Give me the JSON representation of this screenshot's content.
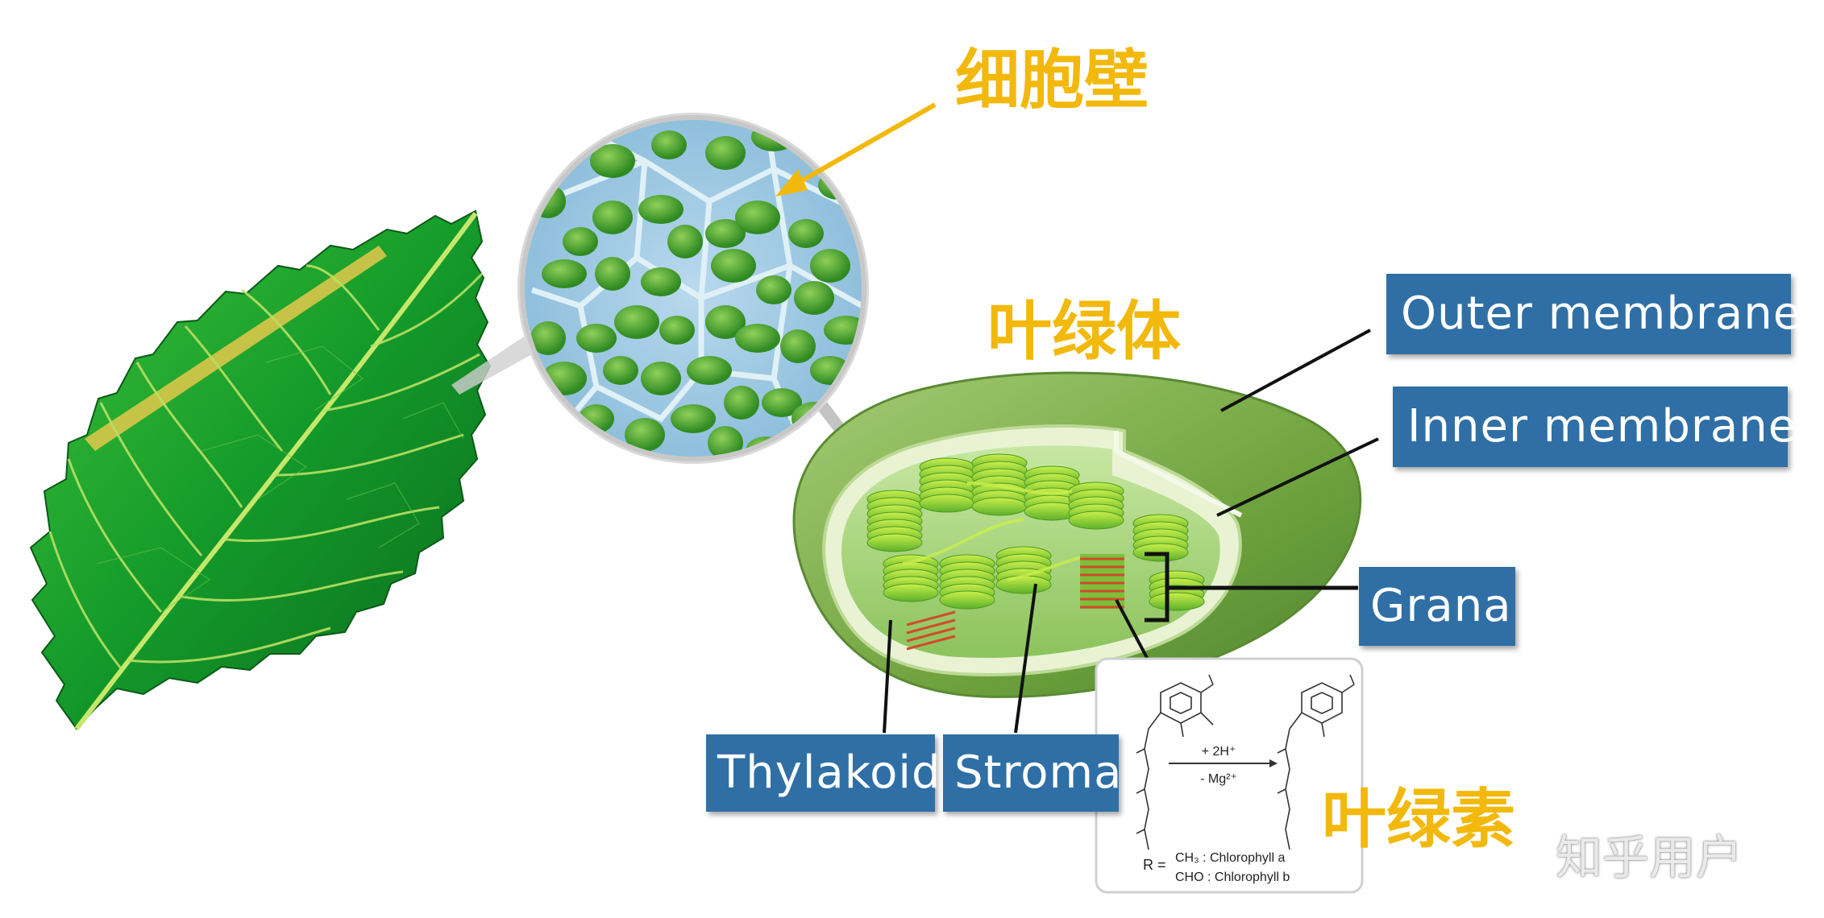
{
  "labels": {
    "cell_wall": "细胞壁",
    "chloroplast": "叶绿体",
    "chlorophyll": "叶绿素",
    "outer_membrane": "Outer  membrane",
    "inner_membrane": "Inner  membrane",
    "grana": "Grana",
    "thylakoid": "Thylakoid",
    "stroma": "Stroma"
  },
  "reaction": {
    "top": "+ 2H⁺",
    "bottom": "- Mg²⁺",
    "r_prefix": "R =",
    "r_line1": "CH₃  : Chlorophyll a",
    "r_line2": "CHO : Chlorophyll b"
  },
  "watermark": "知乎用户",
  "colors": {
    "title_yellow": "#f2b90c",
    "label_blue": "#2f6fa5",
    "leaf_green": "#1f8a2a",
    "chloroplast_green": "#7fb04a"
  }
}
